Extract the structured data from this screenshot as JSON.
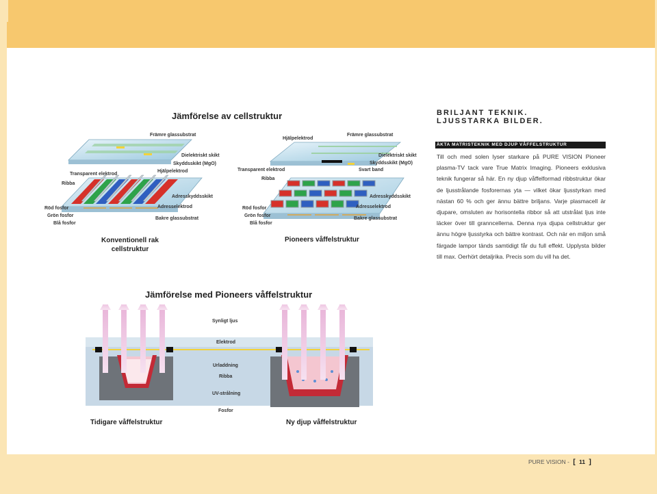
{
  "page_title": "Jämförelse av cellstruktur",
  "conventional": {
    "title": "Konventionell rak cellstruktur",
    "title_line1": "Konventionell rak",
    "title_line2": "cellstruktur",
    "labels": {
      "front_glass": "Främre glassubstrat",
      "dielectric": "Dielektriskt skikt",
      "protective": "Skyddsskikt (MgO)",
      "aux_electrode": "Hjälpelektrod",
      "transparent": "Transparent elektrod",
      "rib": "Ribba",
      "address_protect": "Adresskyddsskikt",
      "red": "Röd fosfor",
      "green": "Grön fosfor",
      "blue": "Blå fosfor",
      "address_electrode": "Adresselektrod",
      "rear_glass": "Bakre glassubstrat"
    }
  },
  "pioneer": {
    "title": "Pioneers våffelstruktur",
    "labels": {
      "aux_electrode": "Hjälpelektrod",
      "front_glass": "Främre glassubstrat",
      "dielectric": "Dielektriskt skikt",
      "protective": "Skyddsskikt (MgO)",
      "black_band": "Svart band",
      "transparent": "Transparent elektrod",
      "rib": "Ribba",
      "address_protect": "Adresskyddsskikt",
      "red": "Röd fosfor",
      "green": "Grön fosfor",
      "blue": "Blå fosfor",
      "address_electrode": "Adresselektrod",
      "rear_glass": "Bakre glassubstrat"
    }
  },
  "sidebar": {
    "heading_line1": "BRILJANT TEKNIK.",
    "heading_line2": "LJUSSTARKA BILDER.",
    "subheading": "ÄKTA MATRISTEKNIK MED DJUP VÅFFELSTRUKTUR",
    "body": "Till och med solen lyser starkare på PURE VISION Pioneer plasma-TV tack vare True Matrix Imaging. Pioneers exklusiva teknik fungerar så här. En ny djup våffelformad ribbstruktur ökar de ljusstrålande fosforernas yta — vilket ökar ljusstyrkan med nästan 60 % och ger ännu bättre briljans. Varje plasmacell är djupare, omsluten av horisontella ribbor så att utstrålat ljus inte läcker över till granncellerna. Denna nya djupa cellstruktur ger ännu högre ljusstyrka och bättre kontrast. Och när en miljon små färgade lampor tänds samtidigt får du full effekt. Upplysta bilder till max. Oerhört detaljrika. Precis som du vill ha det."
  },
  "comparison": {
    "title": "Jämförelse med Pioneers våffelstruktur",
    "labels": {
      "visible_light": "Synligt ljus",
      "electrode": "Elektrod",
      "discharge": "Urladdning",
      "rib": "Ribba",
      "uv": "UV-strålning",
      "phosphor": "Fosfor"
    },
    "old_caption": "Tidigare våffelstruktur",
    "new_caption": "Ny djup våffelstruktur"
  },
  "footer": {
    "brand": "PURE VISION -",
    "open": "[",
    "page": "11",
    "close": "]"
  },
  "colors": {
    "accent_band": "#f7c86e",
    "margin": "#fbe5b4",
    "red_phosphor": "#d6312a",
    "green_phosphor": "#2ea34a",
    "blue_phosphor": "#2f5fc0",
    "glass": "#c9e4f0",
    "rib": "#8e9aa2",
    "arrow_pink": "#e8b3d8"
  }
}
